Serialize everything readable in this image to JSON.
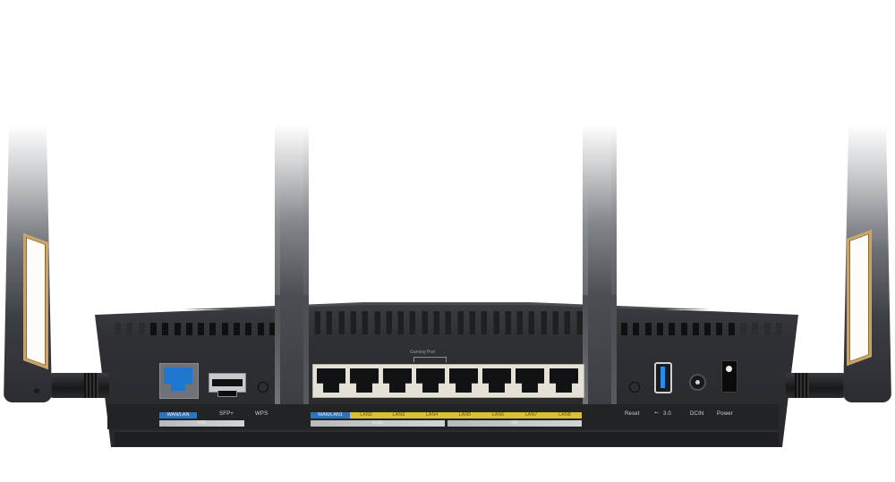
{
  "subject": "Wireless router rear panel",
  "colors": {
    "background": "#ffffff",
    "body": "#2e3033",
    "antenna_accent_gold": "#c9a466",
    "wan_blue": "#2b74c0",
    "lan_yellow": "#d9bf3a",
    "usb_blue": "#2a8af0",
    "port_block_ivory": "#e6e1d6"
  },
  "antennas": [
    {
      "position": "far-left",
      "accent": "gold-window"
    },
    {
      "position": "center-left"
    },
    {
      "position": "center-right"
    },
    {
      "position": "far-right",
      "accent": "gold-window"
    }
  ],
  "ports": {
    "wan_lan": {
      "label": "WAN/LAN",
      "speed": "10G"
    },
    "sfp": {
      "label": "SFP+"
    },
    "wps": {
      "label": "WPS"
    },
    "gaming_port_label": "Gaming Port",
    "lan_group": [
      {
        "label": "WAN/LAN1",
        "color": "blue"
      },
      {
        "label": "LAN2",
        "color": "yellow"
      },
      {
        "label": "LAN3",
        "color": "yellow"
      },
      {
        "label": "LAN4",
        "color": "yellow"
      },
      {
        "label": "LAN5",
        "color": "yellow"
      },
      {
        "label": "LAN6",
        "color": "yellow"
      },
      {
        "label": "LAN7",
        "color": "yellow"
      },
      {
        "label": "LAN8",
        "color": "yellow"
      }
    ],
    "lan_speeds": [
      {
        "label": "2.5G",
        "covers": "WAN/LAN1–LAN4"
      },
      {
        "label": "1G",
        "covers": "LAN5–LAN8"
      }
    ],
    "reset": {
      "label": "Reset"
    },
    "usb": {
      "label": "3.0",
      "icon": "usb-icon"
    },
    "dcin": {
      "label": "DCIN"
    },
    "power": {
      "label": "Power"
    }
  }
}
